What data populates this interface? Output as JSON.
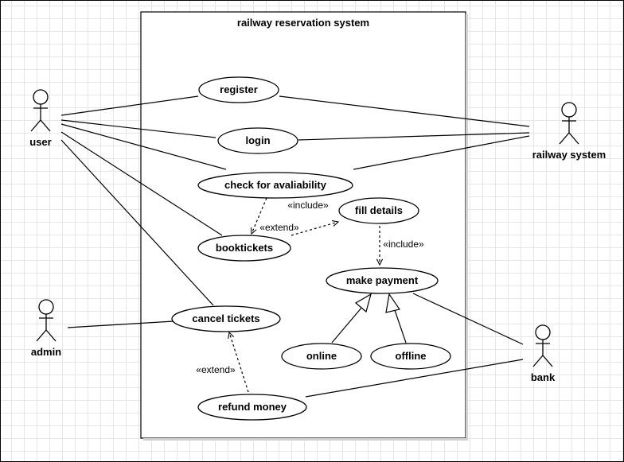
{
  "diagram": {
    "type": "uml-use-case",
    "system_title": "railway reservation system",
    "actors": [
      {
        "id": "user",
        "label": "user"
      },
      {
        "id": "railway",
        "label": "railway system"
      },
      {
        "id": "admin",
        "label": "admin"
      },
      {
        "id": "bank",
        "label": "bank"
      }
    ],
    "use_cases": [
      {
        "id": "register",
        "label": "register"
      },
      {
        "id": "login",
        "label": "login"
      },
      {
        "id": "check",
        "label": "check for avaliability"
      },
      {
        "id": "fill",
        "label": "fill details"
      },
      {
        "id": "book",
        "label": "booktickets"
      },
      {
        "id": "payment",
        "label": "make payment"
      },
      {
        "id": "cancel",
        "label": "cancel tickets"
      },
      {
        "id": "online",
        "label": "online"
      },
      {
        "id": "offline",
        "label": "offline"
      },
      {
        "id": "refund",
        "label": "refund money"
      }
    ],
    "relations": [
      {
        "id": "check-book",
        "kind": "include",
        "from": "check",
        "to": "book",
        "label": "«include»"
      },
      {
        "id": "book-fill",
        "kind": "extend",
        "from": "book",
        "to": "fill",
        "label": "«extend»"
      },
      {
        "id": "fill-payment",
        "kind": "include",
        "from": "fill",
        "to": "payment",
        "label": "«include»"
      },
      {
        "id": "refund-cancel",
        "kind": "extend",
        "from": "refund",
        "to": "cancel",
        "label": "«extend»"
      },
      {
        "id": "online-payment",
        "kind": "generalization",
        "from": "online",
        "to": "payment"
      },
      {
        "id": "offline-payment",
        "kind": "generalization",
        "from": "offline",
        "to": "payment"
      }
    ],
    "associations": [
      {
        "actor": "user",
        "use_case": "register"
      },
      {
        "actor": "user",
        "use_case": "login"
      },
      {
        "actor": "user",
        "use_case": "check"
      },
      {
        "actor": "user",
        "use_case": "book"
      },
      {
        "actor": "user",
        "use_case": "cancel"
      },
      {
        "actor": "railway",
        "use_case": "register"
      },
      {
        "actor": "railway",
        "use_case": "login"
      },
      {
        "actor": "railway",
        "use_case": "check"
      },
      {
        "actor": "admin",
        "use_case": "cancel"
      },
      {
        "actor": "bank",
        "use_case": "payment"
      },
      {
        "actor": "bank",
        "use_case": "refund"
      }
    ]
  }
}
